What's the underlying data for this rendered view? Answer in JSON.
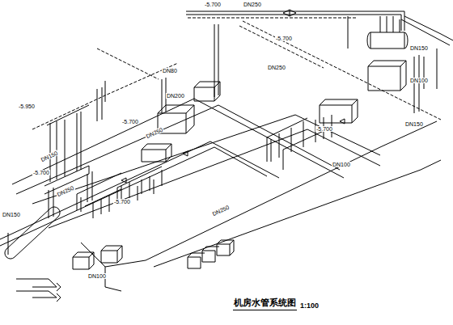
{
  "diagram": {
    "title": "机房水管系统图",
    "labels": [
      "-5.700",
      "DN250",
      "-5.700",
      "DN80",
      "DN200",
      "DN250",
      "-5.950",
      "-5.700",
      "DN250",
      "-5.700",
      "DN250",
      "-5.700",
      "DN250",
      "-5.700",
      "DN150",
      "DN150",
      "DN100",
      "DN150",
      "DN100",
      "DN150",
      "DN100",
      "1:100"
    ]
  }
}
